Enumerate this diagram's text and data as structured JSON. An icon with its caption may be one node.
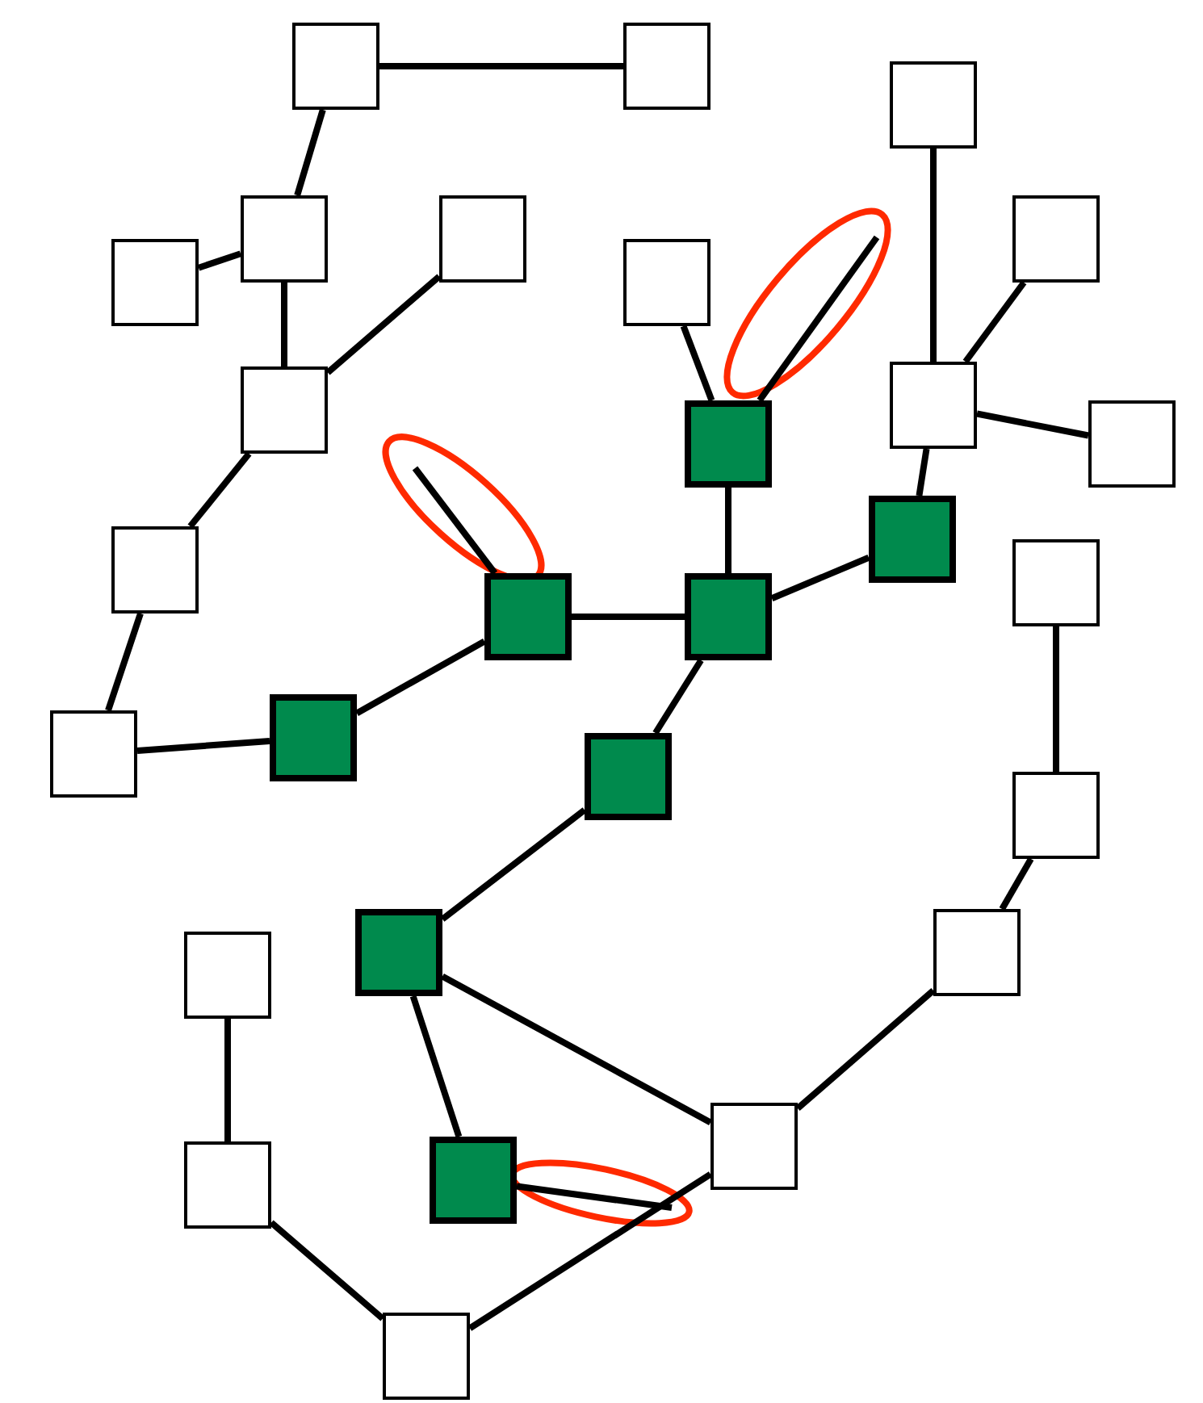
{
  "diagram": {
    "nodes": [
      {
        "text": [],
        "shape": "box"
      },
      {
        "text": [],
        "shape": "box"
      },
      {
        "text": [],
        "shape": "box"
      },
      {
        "text": [],
        "shape": "box"
      },
      {
        "text": [],
        "shape": "box"
      },
      {
        "text": [],
        "shape": "box"
      },
      {
        "text": [],
        "shape": "box"
      },
      {
        "text": [],
        "shape": "box"
      },
      {
        "text": [],
        "shape": "box"
      },
      {
        "text": [],
        "shape": "box"
      },
      {
        "text": [],
        "shape": "box"
      },
      {
        "text": [],
        "shape": "box"
      },
      {
        "text": [],
        "shape": "box"
      },
      {
        "text": [],
        "shape": "box"
      },
      {
        "text": [],
        "shape": "box"
      },
      {
        "text": [],
        "shape": "box"
      },
      {
        "text": [],
        "shape": "box"
      },
      {
        "text": [],
        "shape": "box"
      },
      {
        "text": [],
        "shape": "box"
      },
      {
        "text": [],
        "shape": "box"
      },
      {
        "text": [],
        "shape": "box"
      },
      {
        "text": [],
        "shape": "box"
      },
      {
        "text": [],
        "shape": "box"
      },
      {
        "text": [],
        "shape": "box"
      },
      {
        "text": [],
        "shape": "box"
      },
      {
        "text": [],
        "shape": "box"
      },
      {
        "text": [],
        "shape": "box"
      },
      {
        "text": [],
        "shape": "box"
      }
    ],
    "edges": [
      {
        "from": 0,
        "to": 1,
        "arrow": "none"
      },
      {
        "from": 0,
        "to": 2,
        "arrow": "none"
      },
      {
        "from": 2,
        "to": 3,
        "arrow": "none"
      },
      {
        "from": 2,
        "to": 8,
        "arrow": "none"
      },
      {
        "from": 8,
        "to": 4,
        "arrow": "none"
      },
      {
        "from": 5,
        "to": 11,
        "arrow": "none"
      },
      {
        "from": 11,
        "to": null,
        "arrow": "none"
      },
      {
        "from": 6,
        "to": 9,
        "arrow": "none"
      },
      {
        "from": 7,
        "to": 9,
        "arrow": "none"
      },
      {
        "from": 9,
        "to": 10,
        "arrow": "none"
      },
      {
        "from": 9,
        "to": 15,
        "arrow": "none"
      },
      {
        "from": 8,
        "to": 12,
        "arrow": "none"
      },
      {
        "from": 12,
        "to": 17,
        "arrow": "none"
      },
      {
        "from": 17,
        "to": 18,
        "arrow": "none"
      },
      {
        "from": 18,
        "to": 13,
        "arrow": "none"
      },
      {
        "from": 13,
        "to": null,
        "arrow": "none"
      },
      {
        "from": 13,
        "to": 14,
        "arrow": "none"
      },
      {
        "from": 11,
        "to": 14,
        "arrow": "none"
      },
      {
        "from": 14,
        "to": 15,
        "arrow": "none"
      },
      {
        "from": 14,
        "to": 19,
        "arrow": "none"
      },
      {
        "from": 19,
        "to": 21,
        "arrow": "none"
      },
      {
        "from": 16,
        "to": 20,
        "arrow": "none"
      },
      {
        "from": 20,
        "to": 23,
        "arrow": "none"
      },
      {
        "from": 23,
        "to": 24,
        "arrow": "none"
      },
      {
        "from": 21,
        "to": 24,
        "arrow": "none"
      },
      {
        "from": 21,
        "to": 26,
        "arrow": "none"
      },
      {
        "from": 26,
        "to": null,
        "arrow": "none"
      },
      {
        "from": 22,
        "to": 25,
        "arrow": "none"
      },
      {
        "from": 25,
        "to": 27,
        "arrow": "none"
      },
      {
        "from": 27,
        "to": 24,
        "arrow": "none"
      }
    ]
  }
}
